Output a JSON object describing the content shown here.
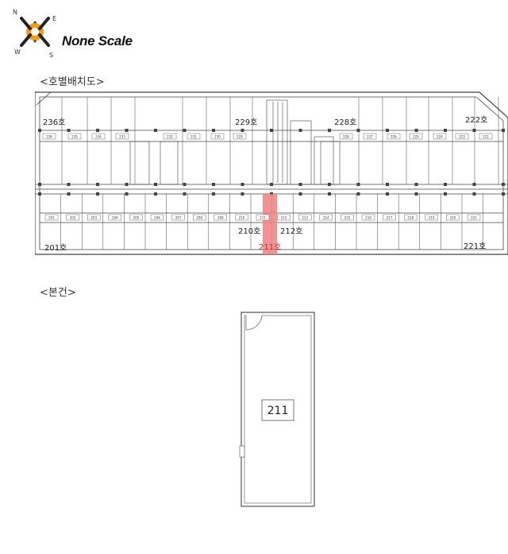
{
  "compass": {
    "n": "N",
    "e": "E",
    "s": "S",
    "w": "W",
    "accent": "#f39c12"
  },
  "scale_label": "None Scale",
  "section_layout": "<호별배치도>",
  "section_unit": "<본건>",
  "plan": {
    "top_row_units": [
      "236",
      "235",
      "234",
      "233",
      "232",
      "231",
      "230",
      "229",
      "228",
      "227",
      "226",
      "225",
      "224",
      "223",
      "222"
    ],
    "bottom_row_units": [
      "201",
      "202",
      "203",
      "204",
      "205",
      "206",
      "207",
      "208",
      "209",
      "210",
      "211",
      "212",
      "213",
      "214",
      "215",
      "216",
      "217",
      "218",
      "219",
      "220",
      "221"
    ],
    "callouts": {
      "u236": "236호",
      "u229": "229호",
      "u228": "228호",
      "u222": "222호",
      "u201": "201호",
      "u210": "210호",
      "u212": "212호",
      "u221": "221호",
      "u211": "211호"
    },
    "highlight_color": "#f08080"
  },
  "detail": {
    "unit_number": "211"
  }
}
